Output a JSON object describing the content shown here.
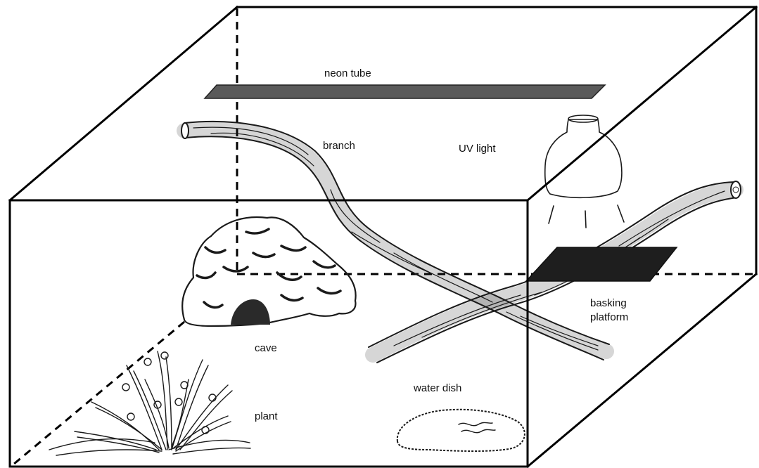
{
  "diagram": {
    "labels": {
      "neon_tube": "neon tube",
      "branch": "branch",
      "uv_light": "UV light",
      "basking_line1": "basking",
      "basking_line2": "platform",
      "cave": "cave",
      "water_dish": "water dish",
      "plant": "plant"
    },
    "colors": {
      "outline": "#000000",
      "neon_tube_fill": "#5a5a5a",
      "basking_platform_fill": "#1e1e1e",
      "wood": "#2a2a2a",
      "background": "#ffffff"
    },
    "icons": [
      "terrarium-box",
      "neon-tube",
      "branch",
      "uv-lamp",
      "basking-platform",
      "cave",
      "water-dish",
      "plant"
    ]
  }
}
